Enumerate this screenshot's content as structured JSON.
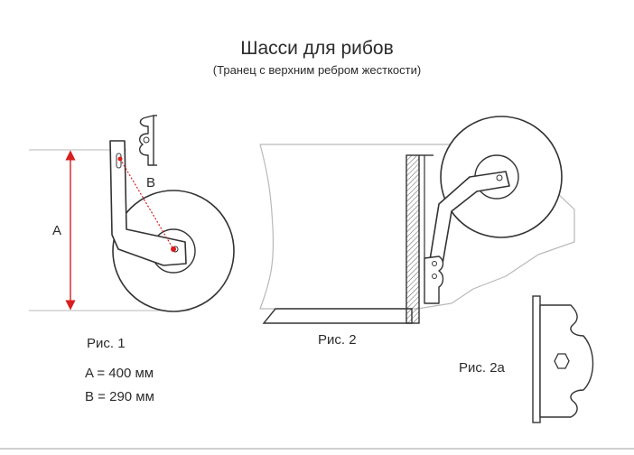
{
  "title": "Шасси для рибов",
  "subtitle": "(Транец с верхним ребром жесткости)",
  "labels": {
    "dim_a": "A",
    "dim_b": "B",
    "fig1": "Рис. 1",
    "fig2": "Рис. 2",
    "fig2a": "Рис. 2а",
    "value_a": "A = 400 мм",
    "value_b": "B = 290 мм"
  },
  "colors": {
    "line": "#333333",
    "dimension": "#d81e1e",
    "guide": "#b9b9b9",
    "rule": "#cfcfcf"
  }
}
